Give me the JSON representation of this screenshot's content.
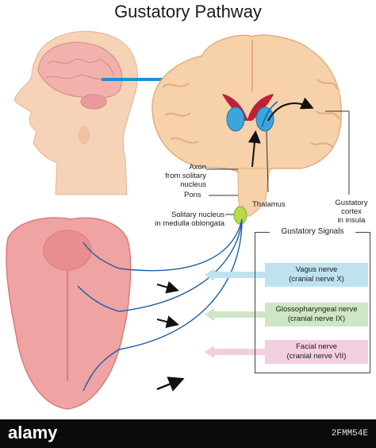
{
  "title": "Gustatory Pathway",
  "labels": {
    "axon": [
      "Axon",
      "from solitary",
      "nucleus"
    ],
    "pons": "Pons",
    "solitary": [
      "Solitary nucleus",
      "in medulla oblongata"
    ],
    "thalamus": "Thalamus",
    "cortex": [
      "Gustatory",
      "cortex",
      "in insula"
    ]
  },
  "legend": {
    "title": "Gustatory Signals",
    "signals": [
      {
        "name": "Vagus nerve",
        "detail": "(cranial nerve X)",
        "color": "#bfe2ef"
      },
      {
        "name": "Glossopharyngeal nerve",
        "detail": "(cranial nerve IX)",
        "color": "#cfe6c4"
      },
      {
        "name": "Facial nerve",
        "detail": "(cranial nerve VII)",
        "color": "#f2cfe0"
      }
    ]
  },
  "colors": {
    "nerve": "#1c5ea8",
    "brain": "#f6d1a9",
    "tongue": "#f0a3a3",
    "ventricle": "#c01f3a",
    "thalamus": "#3aa6dd"
  },
  "watermark": {
    "brand": "alamy",
    "stock_id": "2FMM54E"
  }
}
